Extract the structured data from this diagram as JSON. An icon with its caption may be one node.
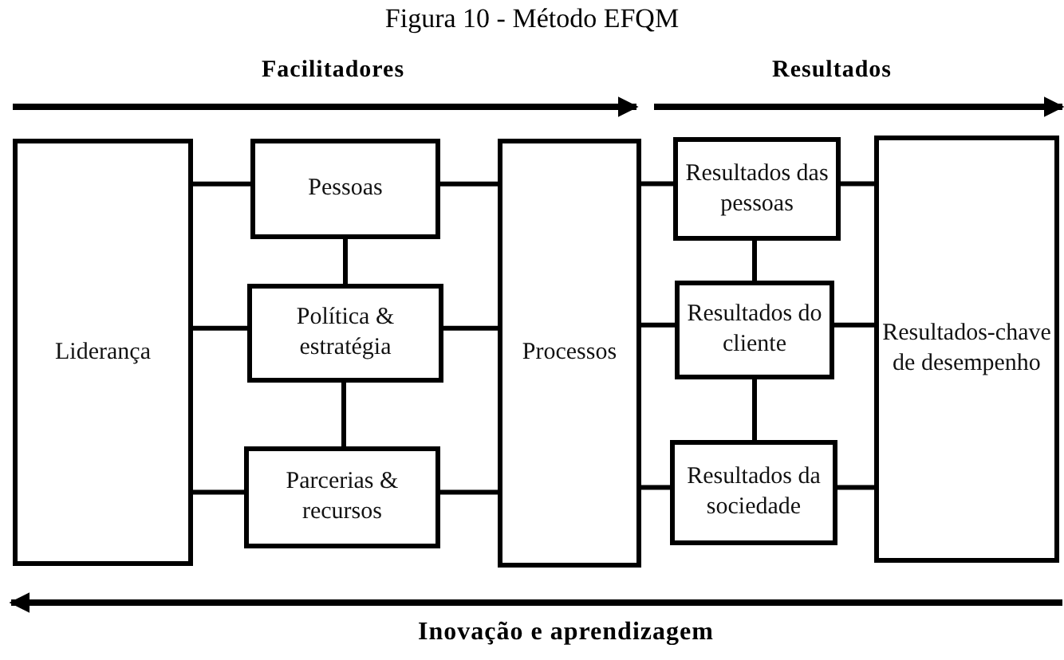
{
  "diagram": {
    "title": "Figura 10 - Método EFQM",
    "nodes": [
      {
        "text": [
          "Liderança"
        ]
      },
      {
        "text": [
          "Pessoas"
        ]
      },
      {
        "text": [
          "Política & estratégia"
        ]
      },
      {
        "text": [
          "Parcerias & recursos"
        ]
      },
      {
        "text": [
          "Processos"
        ]
      },
      {
        "text": [
          "Resultados das pessoas"
        ]
      },
      {
        "text": [
          "Resultados do cliente"
        ]
      },
      {
        "text": [
          "Resultados da sociedade"
        ]
      },
      {
        "text": [
          "Resultados-chave de desempenho"
        ]
      }
    ],
    "edges": [
      {
        "from": 0,
        "to": 1,
        "arrow": "none"
      },
      {
        "from": 0,
        "to": 2,
        "arrow": "none"
      },
      {
        "from": 0,
        "to": 3,
        "arrow": "none"
      },
      {
        "from": 1,
        "to": 2,
        "arrow": "none"
      },
      {
        "from": 2,
        "to": 3,
        "arrow": "none"
      },
      {
        "from": 1,
        "to": 4,
        "arrow": "none"
      },
      {
        "from": 2,
        "to": 4,
        "arrow": "none"
      },
      {
        "from": 3,
        "to": 4,
        "arrow": "none"
      },
      {
        "from": 4,
        "to": 5,
        "arrow": "none"
      },
      {
        "from": 4,
        "to": 6,
        "arrow": "none"
      },
      {
        "from": 4,
        "to": 7,
        "arrow": "none"
      },
      {
        "from": 5,
        "to": 6,
        "arrow": "none"
      },
      {
        "from": 6,
        "to": 7,
        "arrow": "none"
      },
      {
        "from": 5,
        "to": 8,
        "arrow": "none"
      },
      {
        "from": 6,
        "to": 8,
        "arrow": "none"
      },
      {
        "from": 7,
        "to": 8,
        "arrow": "none"
      }
    ],
    "labels": [
      "Facilitadores",
      "Resultados",
      "Inovação e aprendizagem"
    ]
  }
}
